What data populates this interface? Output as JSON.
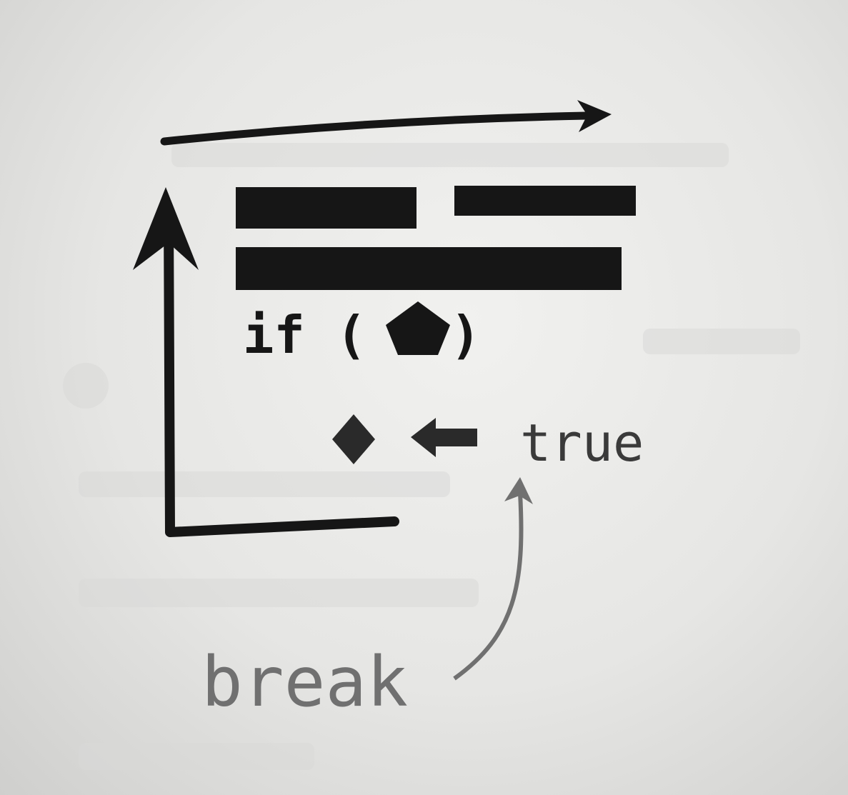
{
  "diagram": {
    "condition_keyword": "if (",
    "condition_close": ")",
    "true_label": "true",
    "break_label": "break",
    "colors": {
      "ink": "#161616",
      "gray_ink": "#707070",
      "faint_text": "#d3d3d1"
    },
    "icons": [
      "loop-arrow-icon",
      "pentagon-icon",
      "diamond-icon",
      "left-arrow-icon",
      "curved-arrow-icon"
    ]
  }
}
